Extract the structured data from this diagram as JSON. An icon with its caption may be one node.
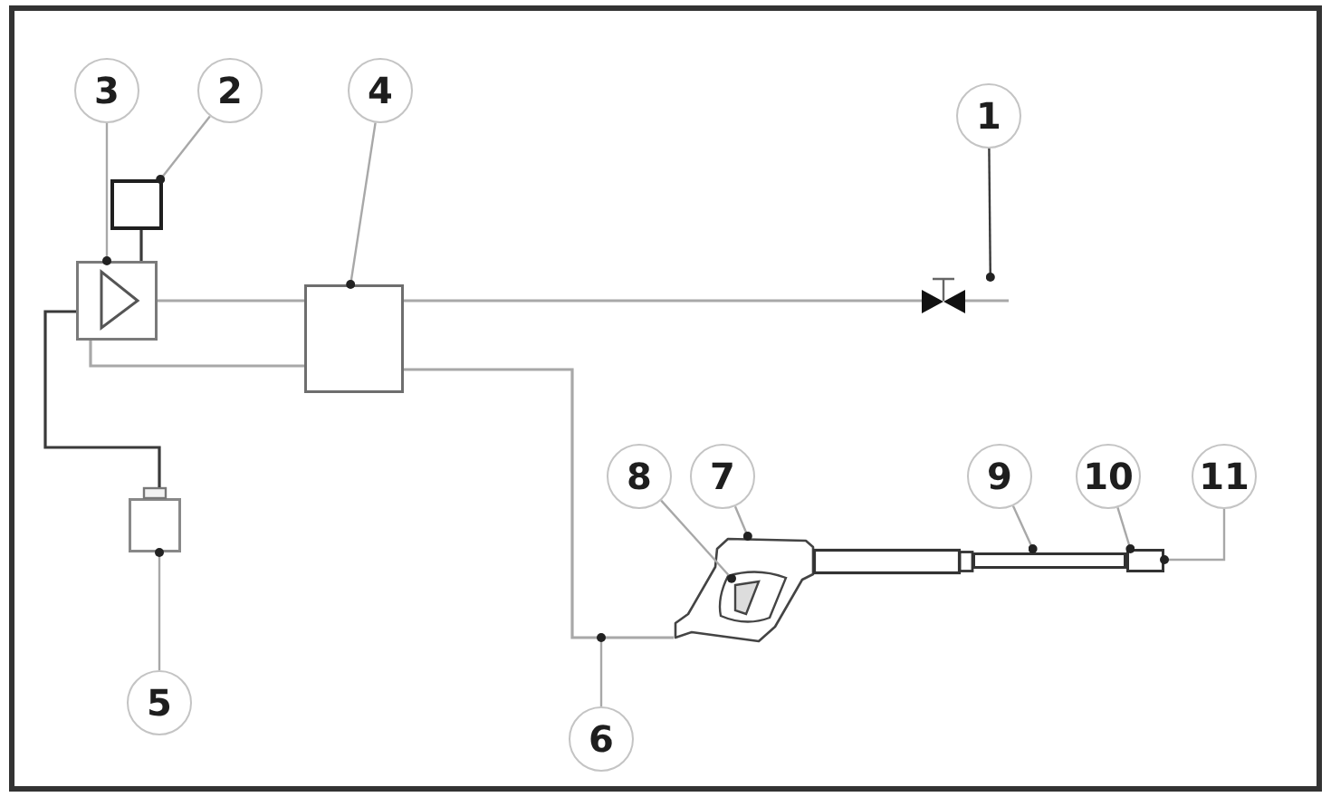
{
  "diagram": {
    "nodes": [
      {
        "text": [
          "3"
        ]
      },
      {
        "text": [
          "2"
        ]
      },
      {
        "text": [
          "4"
        ]
      },
      {
        "text": [
          "1"
        ]
      },
      {
        "text": [],
        "shape": "box"
      },
      {
        "text": [],
        "shape": "box"
      },
      {
        "text": [],
        "shape": "box"
      },
      {
        "text": [],
        "shape": "picture"
      },
      {
        "text": [
          "8"
        ]
      },
      {
        "text": [
          "7"
        ]
      },
      {
        "text": [
          "9"
        ]
      },
      {
        "text": [
          "10"
        ]
      },
      {
        "text": [
          "11"
        ]
      },
      {
        "text": [],
        "shape": "box"
      },
      {
        "text": [],
        "shape": "picture"
      },
      {
        "text": [],
        "shape": "picture",
        "in": 14
      },
      {
        "text": [],
        "shape": "picture"
      },
      {
        "text": [],
        "shape": "box"
      },
      {
        "text": [
          "5"
        ]
      },
      {
        "text": [
          "6"
        ]
      }
    ],
    "edges": [
      {
        "from": 0,
        "to": 5,
        "arrow": "other"
      },
      {
        "from": 1,
        "to": 4,
        "arrow": "other"
      },
      {
        "from": 2,
        "to": 6,
        "arrow": "other"
      },
      {
        "from": 3,
        "to": 7,
        "arrow": "other",
        "color": "#3a3a3a"
      },
      {
        "from": 4,
        "to": 5,
        "arrow": "none",
        "color": "#3a3a3a"
      },
      {
        "from": 5,
        "to": 6,
        "arrow": "none"
      },
      {
        "from": 5,
        "to": 6,
        "arrow": "none"
      },
      {
        "from": 6,
        "to": 7,
        "arrow": "none"
      },
      {
        "from": 5,
        "to": 13,
        "arrow": "none",
        "color": "#3a3a3a"
      },
      {
        "from": 6,
        "to": 14,
        "arrow": "none"
      },
      {
        "from": 8,
        "to": 15,
        "arrow": "other"
      },
      {
        "from": 9,
        "to": 14,
        "arrow": "other"
      },
      {
        "from": 10,
        "to": 16,
        "arrow": "other"
      },
      {
        "from": 11,
        "to": 17,
        "arrow": "other"
      },
      {
        "from": 12,
        "to": 17,
        "arrow": "other"
      },
      {
        "from": 18,
        "to": 13,
        "arrow": "other"
      },
      {
        "from": 19,
        "to": null,
        "arrow": "other"
      }
    ]
  }
}
